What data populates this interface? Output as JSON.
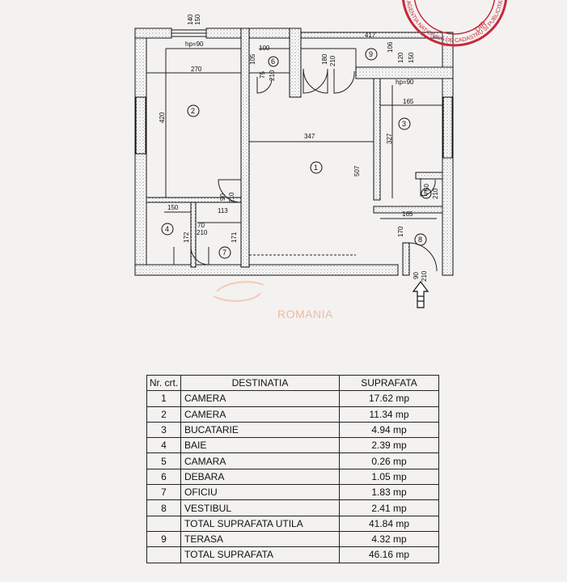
{
  "plan": {
    "top_dims": {
      "a": "140",
      "b": "150",
      "c": "417",
      "d": "106",
      "e": "120",
      "f": "150"
    },
    "hp_left": "hp=90",
    "hp_right": "hp=90",
    "dims": {
      "d100": "100",
      "d105": "105",
      "d75": "75",
      "d210a": "210",
      "d180": "180",
      "d210b": "210",
      "d270": "270",
      "d420": "420",
      "d347": "347",
      "d507": "507",
      "d327": "327",
      "d165a": "165",
      "d165b": "165",
      "d50": "50",
      "d210c": "210",
      "d90a": "90",
      "d210d": "210",
      "d150": "150",
      "d113": "113",
      "d70": "70",
      "d210e": "210",
      "d172": "172",
      "d171": "171",
      "d170": "170",
      "d90b": "90",
      "d210f": "210"
    },
    "rooms": [
      "1",
      "2",
      "3",
      "4",
      "5",
      "6",
      "7",
      "8",
      "9"
    ],
    "watermark": "ROMANIA",
    "stamp": "AGENTIA NATIONALA DE CADASTRU SI PUBLICITATE"
  },
  "table": {
    "headers": {
      "nr": "Nr. crt.",
      "dest": "DESTINATIA",
      "sup": "SUPRAFATA"
    },
    "rows": [
      {
        "nr": "1",
        "dest": "CAMERA",
        "sup": "17.62 mp"
      },
      {
        "nr": "2",
        "dest": "CAMERA",
        "sup": "11.34 mp"
      },
      {
        "nr": "3",
        "dest": "BUCATARIE",
        "sup": "4.94 mp"
      },
      {
        "nr": "4",
        "dest": "BAIE",
        "sup": "2.39 mp"
      },
      {
        "nr": "5",
        "dest": "CAMARA",
        "sup": "0.26 mp"
      },
      {
        "nr": "6",
        "dest": "DEBARA",
        "sup": "1.05 mp"
      },
      {
        "nr": "7",
        "dest": "OFICIU",
        "sup": "1.83 mp"
      },
      {
        "nr": "8",
        "dest": "VESTIBUL",
        "sup": "2.41 mp"
      },
      {
        "nr": "",
        "dest": "TOTAL SUPRAFATA UTILA",
        "sup": "41.84 mp"
      },
      {
        "nr": "9",
        "dest": "TERASA",
        "sup": "4.32 mp"
      },
      {
        "nr": "",
        "dest": "TOTAL SUPRAFATA",
        "sup": "46.16 mp"
      }
    ]
  }
}
